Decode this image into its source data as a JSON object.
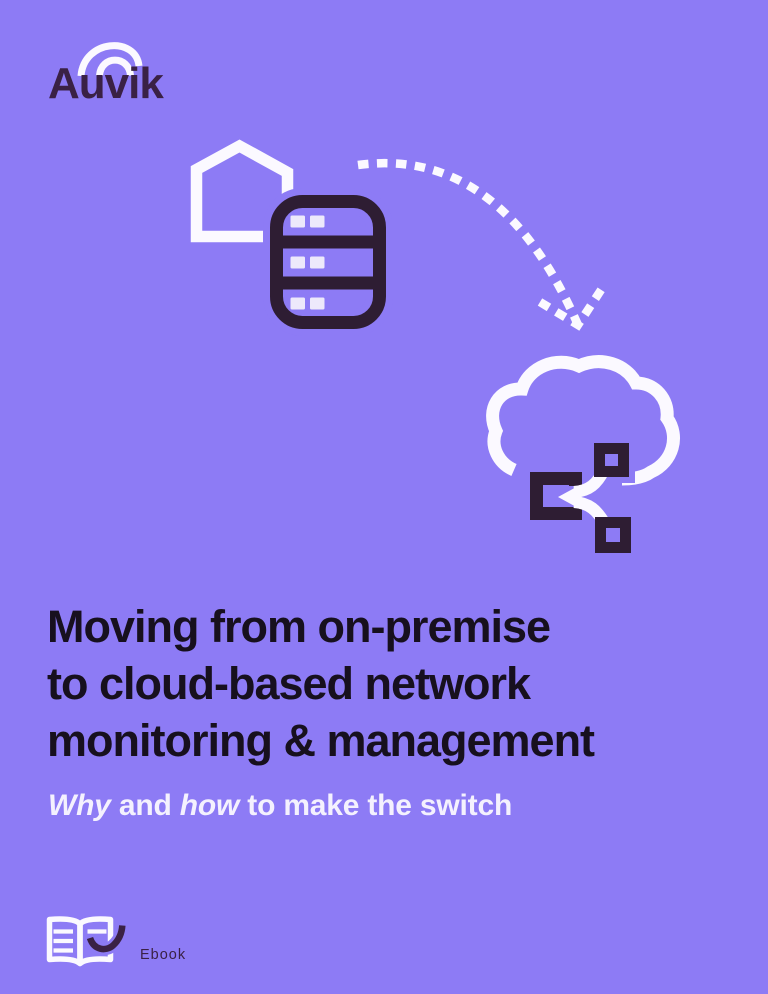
{
  "page": {
    "kind": "ebook cover",
    "background_color": "#8D7BF5"
  },
  "brand": {
    "name": "Auvik",
    "wordmark_color": "#3A2145",
    "arc_color": "#FBF9FF"
  },
  "hero": {
    "title_lines": [
      "Moving from on-premise",
      "to cloud-based network",
      "monitoring & management"
    ],
    "title_color": "#17101E",
    "subtitle": {
      "parts": [
        {
          "text": "Why",
          "italic": true
        },
        {
          "text": " and ",
          "italic": false
        },
        {
          "text": "how",
          "italic": true
        },
        {
          "text": " to make the switch",
          "italic": false
        }
      ],
      "color": "#F4F1FE"
    }
  },
  "icons": {
    "auvik-arcs-icon": "double white arc over wordmark",
    "house-icon": "white house outline",
    "server-icon": "dark 3-bay server rack with white indicator squares",
    "migration-arrow-icon": "white dashed curved arrow from server to cloud",
    "cloud-icon": "white cloud outline",
    "network-share-icon": "dark squares connected by white branching link",
    "ebook-icon": "white open book with dark swoosh"
  },
  "colors": {
    "background": "#8D7BF5",
    "icon_white": "#FBF9FF",
    "icon_dark": "#2E1D33",
    "brand_plum": "#3A2145",
    "title_text": "#17101E",
    "subtitle_text": "#F4F1FE",
    "server_led_white": "#EDE9FB"
  },
  "footer": {
    "label": "Ebook"
  }
}
